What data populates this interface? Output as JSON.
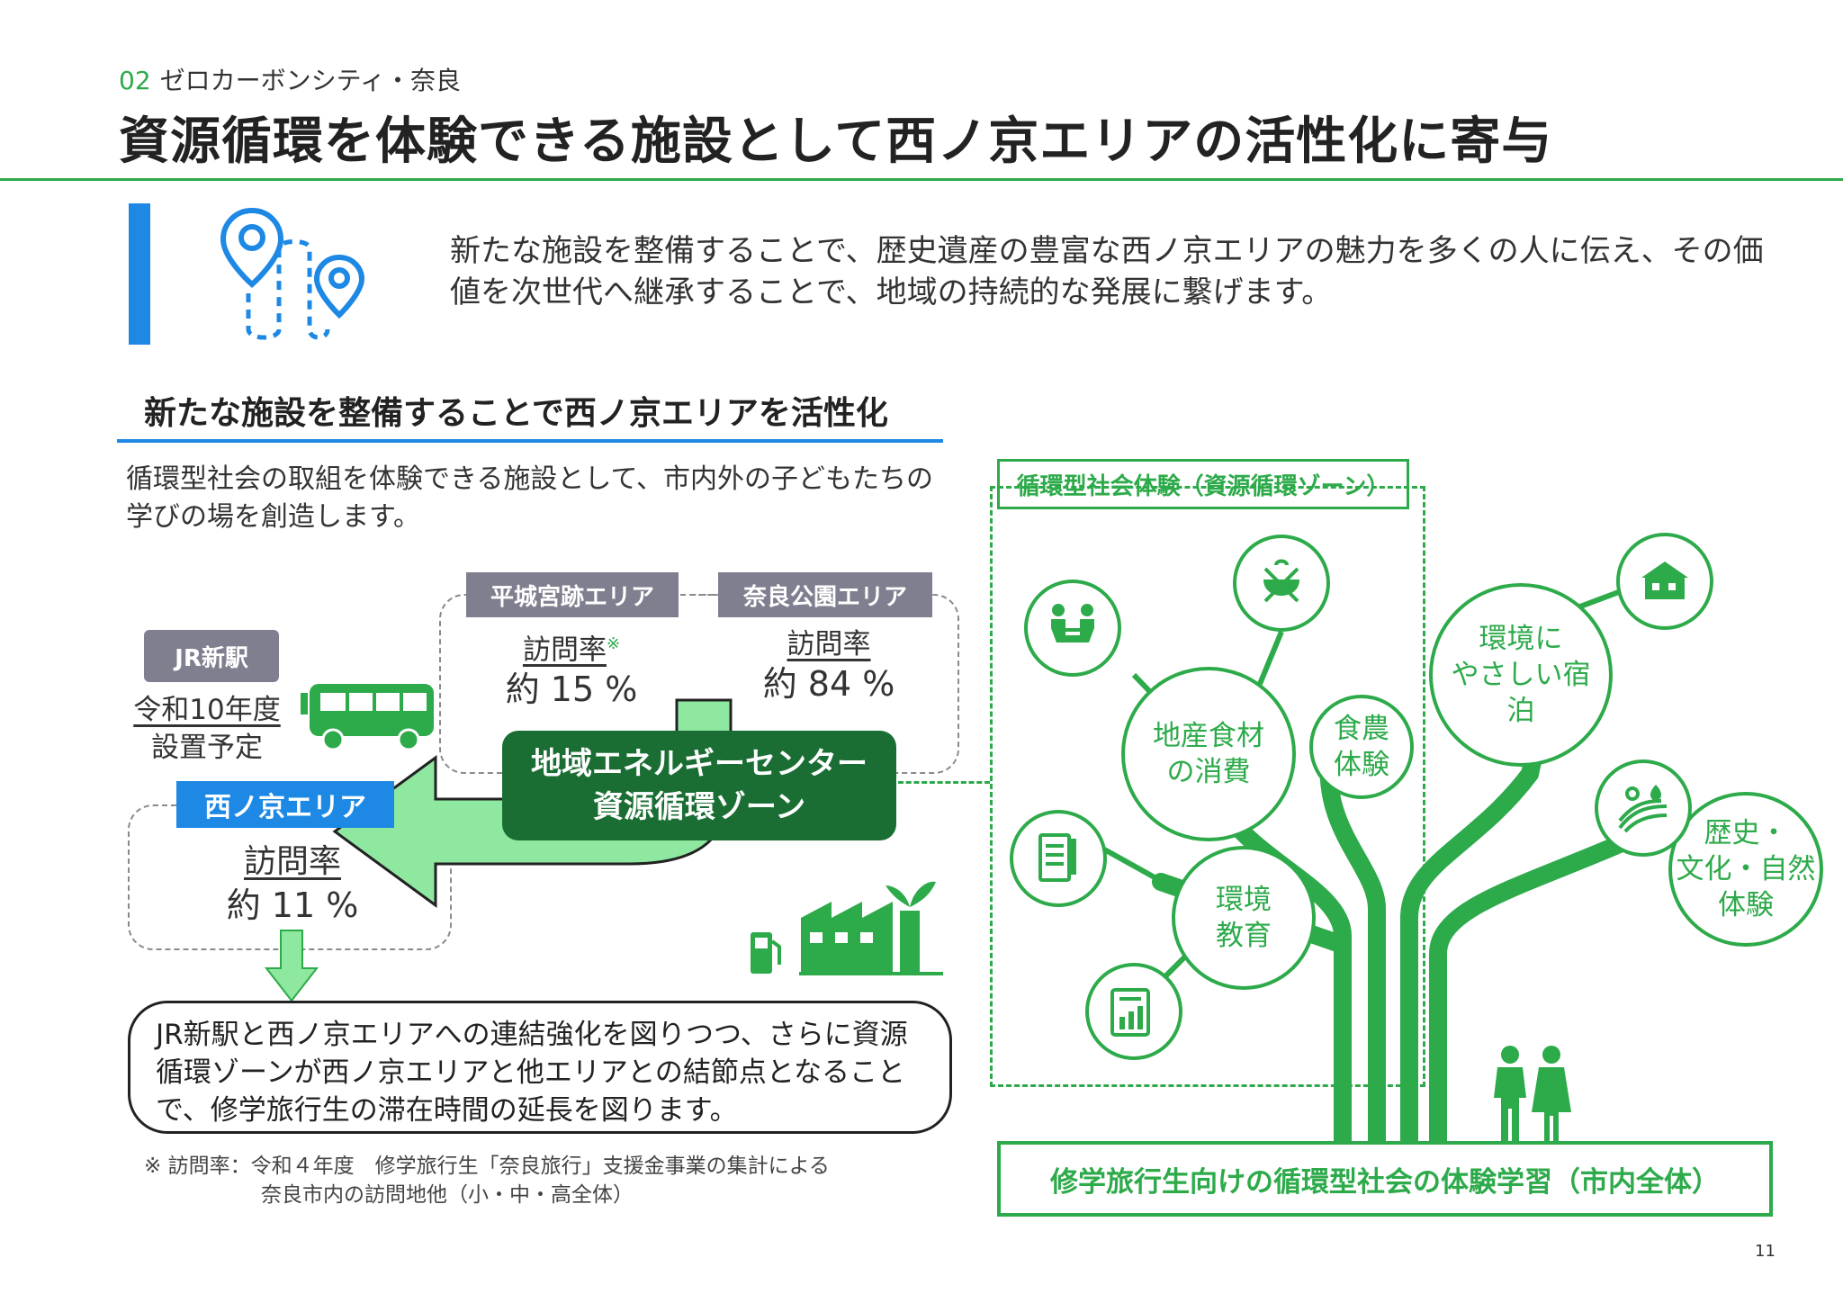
{
  "header": {
    "section_number": "02",
    "section_name": "ゼロカーボンシティ・奈良",
    "title": "資源循環を体験できる施設として西ノ京エリアの活性化に寄与"
  },
  "intro": {
    "text": "新たな施設を整備することで、歴史遺産の豊富な西ノ京エリアの魅力を多くの人に伝え、その価値を次世代へ継承することで、地域の持続的な発展に繋げます。"
  },
  "section": {
    "heading": "新たな施設を整備することで西ノ京エリアを活性化",
    "description": "循環型社会の取組を体験できる施設として、市内外の子どもたちの学びの場を創造します。"
  },
  "areas": {
    "jr": {
      "tag": "JR新駅",
      "line1": "令和10年度",
      "line2": "設置予定"
    },
    "heijo": {
      "tag": "平城宮跡エリア",
      "label": "訪問率",
      "mark": "※",
      "value": "約 15 %"
    },
    "nara_park": {
      "tag": "奈良公園エリア",
      "label": "訪問率",
      "value": "約 84 %"
    },
    "nishinokyo": {
      "tag": "西ノ京エリア",
      "label": "訪問率",
      "value": "約 11 %"
    }
  },
  "energy_center": {
    "line1": "地域エネルギーセンター",
    "line2": "資源循環ゾーン"
  },
  "summary": "JR新駅と西ノ京エリアへの連結強化を図りつつ、さらに資源循環ゾーンが西ノ京エリアと他エリアとの結節点となることで、修学旅行生の滞在時間の延長を図ります。",
  "note": {
    "line1": "※ 訪問率：令和４年度　修学旅行生「奈良旅行」支援金事業の集計による",
    "line2": "奈良市内の訪問地他（小・中・高全体）"
  },
  "tree": {
    "zone_label": "循環型社会体験（資源循環ゾーン）",
    "circles": {
      "local_food": [
        "地産食材",
        "の消費"
      ],
      "food_agri": [
        "食農",
        "体験"
      ],
      "env_lodging": [
        "環境に",
        "やさしい宿泊"
      ],
      "env_education": [
        "環境",
        "教育"
      ],
      "history": [
        "歴史・",
        "文化・自然",
        "体験"
      ]
    },
    "bottom_label": "修学旅行生向けの循環型社会の体験学習（市内全体）"
  },
  "page_number": "11",
  "colors": {
    "green": "#2daa4a",
    "dark_green": "#1b6e33",
    "light_green": "#7fe08f",
    "blue": "#1e88e5",
    "gray_tag": "#7f7f8f"
  },
  "icons": [
    "map-pin-icon",
    "bus-icon",
    "factory-icon",
    "fuel-pump-icon",
    "meeting-icon",
    "cooking-icon",
    "house-icon",
    "document-icon",
    "report-icon",
    "farm-icon",
    "people-icon"
  ]
}
